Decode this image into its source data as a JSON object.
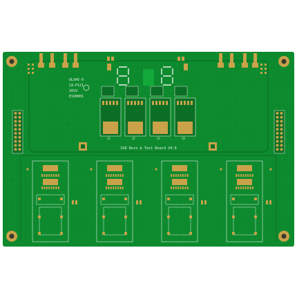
{
  "board": {
    "title": "SSD Burn & Test Board V4.0",
    "marking_ul": "UL94V-0",
    "marking_code": "CA-P121",
    "marking_date": "2019",
    "marking_lot": "E190001",
    "label_1": "J1",
    "label_2": "J2",
    "label_3": "J3",
    "label_4": "J4"
  },
  "colors": {
    "background": "#ffffff",
    "soldermask": "#0d8a2e",
    "soldermask_dark": "#0a6f25",
    "copper": "#c9a24a",
    "copper_dark": "#a8842f",
    "silkscreen": "#e8efe6"
  }
}
